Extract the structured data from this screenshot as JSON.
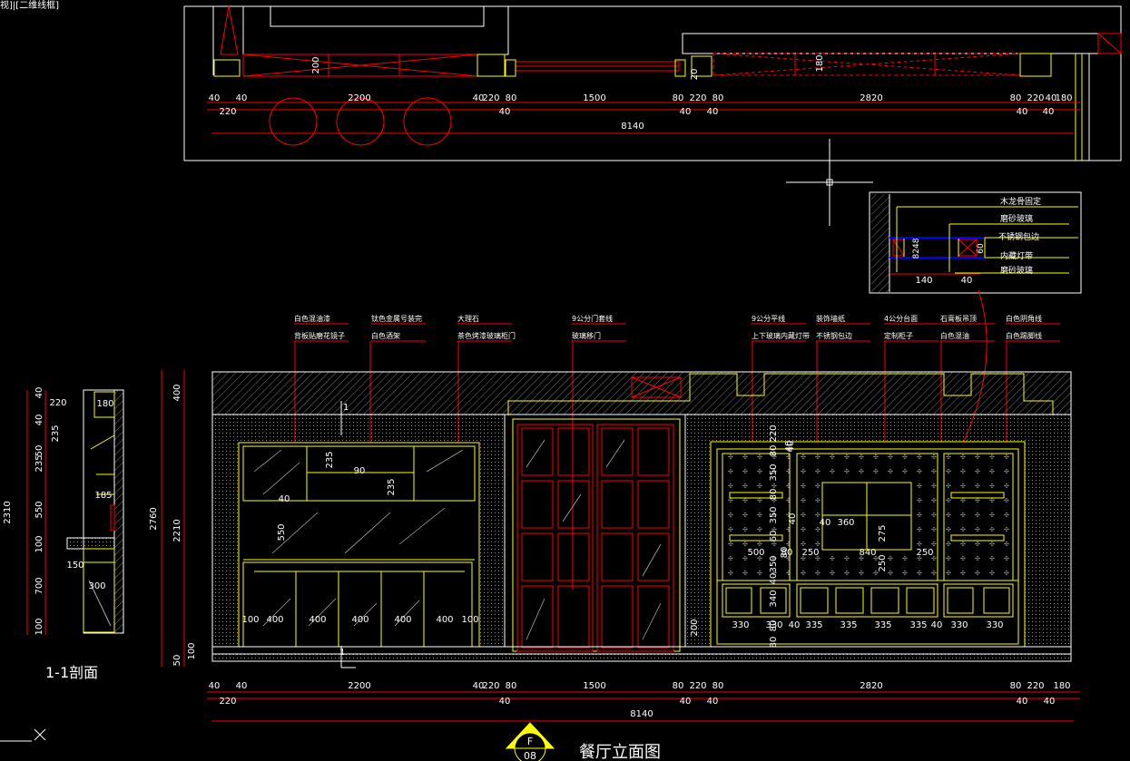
{
  "viewport_label": "视]|[二维线框]",
  "plan": {
    "dims_top": [
      "40",
      "40",
      "2200",
      "40",
      "220",
      "80",
      "1500",
      "80",
      "220",
      "80",
      "2820",
      "80",
      "220",
      "40",
      "180"
    ],
    "dims_row2": [
      "220",
      "40",
      "40",
      "40",
      "40",
      "40"
    ],
    "total": "8140",
    "inner_200": "200",
    "inner_180": "180",
    "inner_20": "20"
  },
  "detail": {
    "labels": [
      "木龙骨固定",
      "磨砂玻璃",
      "不锈钢包边",
      "内藏灯带",
      "磨砂玻璃"
    ],
    "dims": [
      "8248",
      "60",
      "140",
      "40"
    ]
  },
  "callouts": {
    "col1": [
      "白色混油漆",
      "背板贴磨花镜子"
    ],
    "col2": [
      "钛色金属号装完",
      "白色酒架"
    ],
    "col3": [
      "大理石",
      "茶色烤漆玻璃柜门"
    ],
    "col4": [
      "9公分门套线",
      "玻璃移门"
    ],
    "col5": [
      "9公分平线",
      "上下玻璃内藏灯带"
    ],
    "col6": [
      "装饰墙纸",
      "不锈钢包边"
    ],
    "col7": [
      "4公分台面",
      "定制柜子"
    ],
    "col8": [
      "石膏板吊顶",
      "白色混油"
    ],
    "col9": [
      "白色阴角线",
      "白色踢脚线"
    ]
  },
  "section": {
    "title": "1-1剖面",
    "dims_left": [
      "40",
      "40",
      "235",
      "50",
      "550",
      "100",
      "700",
      "100"
    ],
    "dims_sub": [
      "220",
      "235",
      "180",
      "185",
      "150",
      "300"
    ],
    "total": "2310"
  },
  "elevation": {
    "title": "餐厅立面图",
    "marker_letter": "F",
    "marker_number": "08",
    "height_total": "2760",
    "height_top": "400",
    "height_mid": "2210",
    "height_bottom": "50",
    "height_100": "100",
    "left_cab": [
      "235",
      "90",
      "235",
      "40",
      "550"
    ],
    "left_bottom": [
      "100",
      "400",
      "400",
      "400",
      "400",
      "400",
      "100"
    ],
    "right_cab_v": [
      "220",
      "40",
      "80",
      "40",
      "350",
      "80",
      "350",
      "40",
      "60",
      "80",
      "350",
      "40",
      "340",
      "80",
      "80"
    ],
    "right_cab_h": [
      "500",
      "80",
      "250",
      "40",
      "360",
      "840",
      "250",
      "250",
      "275"
    ],
    "right_bottom": [
      "330",
      "330",
      "40",
      "335",
      "335",
      "335",
      "335",
      "40",
      "330",
      "330"
    ],
    "dim_200": "200",
    "dims_bottom": [
      "40",
      "40",
      "2200",
      "40",
      "220",
      "80",
      "1500",
      "80",
      "220",
      "80",
      "2820",
      "80",
      "220",
      "180"
    ],
    "dims_bottom2": [
      "220",
      "40",
      "40",
      "40",
      "40",
      "40"
    ],
    "total": "8140",
    "cut_label": "1"
  },
  "colors": {
    "bg": "#000000",
    "white": "#ffffff",
    "yellow": "#ffff00",
    "red": "#ff0000",
    "cyan": "#00ffff",
    "green": "#00ff00",
    "gray": "#8a8a8a"
  },
  "icons": [
    "crosshair-icon",
    "close-icon",
    "section-marker-icon"
  ]
}
